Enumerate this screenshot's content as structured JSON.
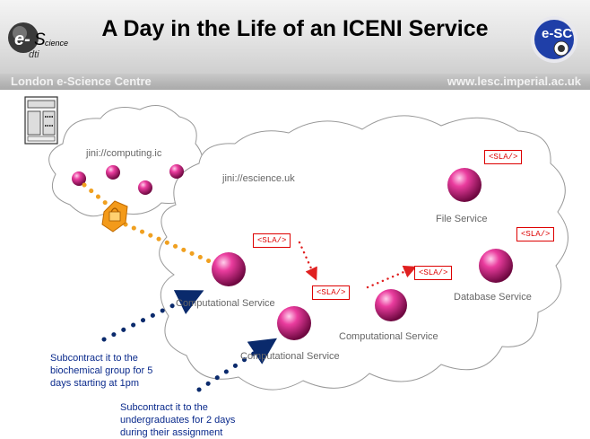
{
  "header": {
    "title": "A Day in the Life of an ICENI Service",
    "logo_left_text": "e-Science",
    "logo_right_text": "e-SC"
  },
  "band": {
    "left_text": "London e-Science Centre",
    "right_text": "www.lesc.imperial.ac.uk"
  },
  "diagram": {
    "small_cloud_label": "jini://computing.ic",
    "large_cloud_label": "jini://escience.uk",
    "services": [
      {
        "label": "Computational Service"
      },
      {
        "label": "Computational Service"
      },
      {
        "label": "Computational Service"
      },
      {
        "label": "File Service"
      },
      {
        "label": "Database Service"
      }
    ],
    "sla_tag": "<SLA/>",
    "notes": [
      {
        "lines": [
          "Subcontract it to the",
          "biochemical group for 5",
          "days starting at 1pm"
        ]
      },
      {
        "lines": [
          "Subcontract it to the",
          "undergraduates for 2 days",
          "during their assignment"
        ]
      }
    ]
  },
  "colors": {
    "orange_path": "#f0a020",
    "red_path": "#e02020",
    "blue_path": "#0a2a6c",
    "sphere": "#e0208c"
  }
}
